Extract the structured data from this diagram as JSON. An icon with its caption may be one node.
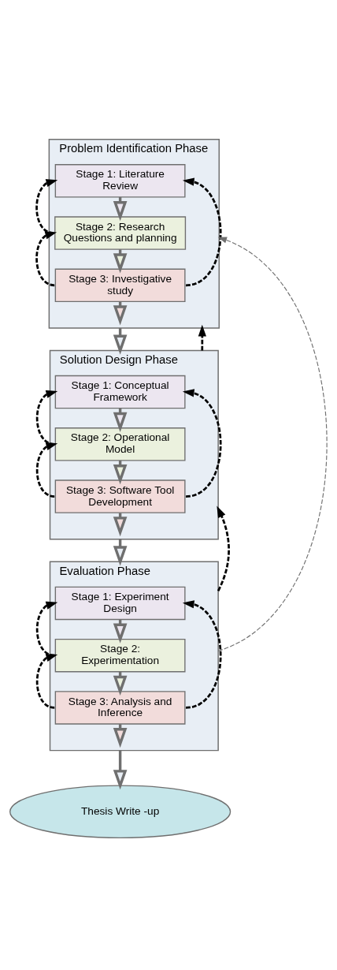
{
  "diagram": {
    "nodes": [
      {
        "text": [
          "Problem Identification Phase"
        ]
      },
      {
        "text": [
          "Stage 1: Literature Review"
        ],
        "in": 0
      },
      {
        "text": [
          "Stage 2: Research Questions and planning"
        ],
        "in": 0
      },
      {
        "text": [
          "Stage 3: Investigative study"
        ],
        "in": 0
      },
      {
        "text": [
          "Solution Design Phase"
        ]
      },
      {
        "text": [
          "Stage 1: Conceptual Framework"
        ],
        "in": 4
      },
      {
        "text": [
          "Stage 2: Operational Model"
        ],
        "in": 4
      },
      {
        "text": [
          "Stage 3: Software Tool Development"
        ],
        "in": 4
      },
      {
        "text": [
          "Evaluation Phase"
        ]
      },
      {
        "text": [
          "Stage 1: Experiment Design"
        ],
        "in": 8
      },
      {
        "text": [
          "Stage 2: Experimentation"
        ],
        "in": 8
      },
      {
        "text": [
          "Stage 3: Analysis and Inference"
        ],
        "in": 8
      },
      {
        "text": [
          "Thesis Write -up"
        ]
      }
    ],
    "edges": [
      {
        "from": 1,
        "to": 2,
        "arrow": "to"
      },
      {
        "from": 2,
        "to": 1,
        "arrow": "to",
        "style": "dashed",
        "color": "#000000"
      },
      {
        "from": 2,
        "to": 3,
        "arrow": "to"
      },
      {
        "from": 3,
        "to": 2,
        "arrow": "to",
        "style": "dashed",
        "color": "#000000"
      },
      {
        "from": 3,
        "to": 1,
        "arrow": "to",
        "style": "dashed",
        "color": "#000000"
      },
      {
        "from": 3,
        "to": 0,
        "arrow": "to"
      },
      {
        "from": 0,
        "to": 4,
        "arrow": "to"
      },
      {
        "from": 4,
        "to": 0,
        "arrow": "to",
        "style": "dashed",
        "color": "#000000"
      },
      {
        "from": 8,
        "to": 0,
        "arrow": "to",
        "style": "dashed"
      },
      {
        "from": 5,
        "to": 6,
        "arrow": "to"
      },
      {
        "from": 6,
        "to": 5,
        "arrow": "to",
        "style": "dashed",
        "color": "#000000"
      },
      {
        "from": 6,
        "to": 7,
        "arrow": "to"
      },
      {
        "from": 7,
        "to": 6,
        "arrow": "to",
        "style": "dashed",
        "color": "#000000"
      },
      {
        "from": 7,
        "to": 5,
        "arrow": "to",
        "style": "dashed",
        "color": "#000000"
      },
      {
        "from": 7,
        "to": 4,
        "arrow": "to"
      },
      {
        "from": 4,
        "to": 8,
        "arrow": "to"
      },
      {
        "from": 8,
        "to": 4,
        "arrow": "to",
        "style": "dashed",
        "color": "#000000"
      },
      {
        "from": 9,
        "to": 10,
        "arrow": "to"
      },
      {
        "from": 10,
        "to": 9,
        "arrow": "to",
        "style": "dashed",
        "color": "#000000"
      },
      {
        "from": 10,
        "to": 11,
        "arrow": "to"
      },
      {
        "from": 11,
        "to": 10,
        "arrow": "to",
        "style": "dashed",
        "color": "#000000"
      },
      {
        "from": 11,
        "to": 9,
        "arrow": "to",
        "style": "dashed",
        "color": "#000000"
      },
      {
        "from": 11,
        "to": 8,
        "arrow": "to"
      },
      {
        "from": 8,
        "to": 12,
        "arrow": "to"
      }
    ]
  }
}
